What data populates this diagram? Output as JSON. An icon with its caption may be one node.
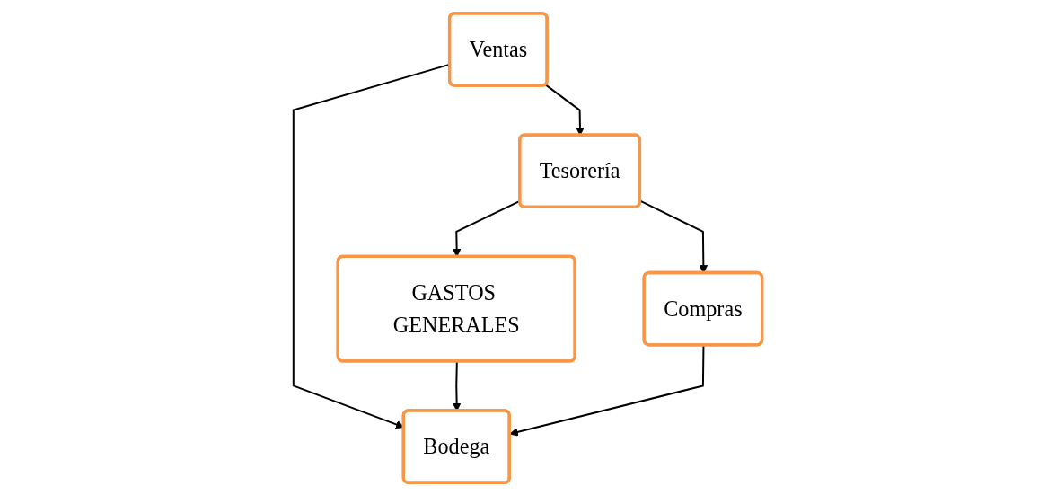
{
  "diagram": {
    "nodes": [
      {
        "text": [
          "Tesorería"
        ]
      },
      {
        "text": [
          "Ventas"
        ]
      },
      {
        "text": [
          "GASTOS GENERALES"
        ]
      },
      {
        "text": [
          "Compras"
        ]
      },
      {
        "text": [
          "Bodega"
        ]
      }
    ],
    "edges": [
      {
        "from": 1,
        "to": 0,
        "arrow": "to"
      },
      {
        "from": 0,
        "to": 2,
        "arrow": "to"
      },
      {
        "from": 0,
        "to": 3,
        "arrow": "to"
      },
      {
        "from": 1,
        "to": 4,
        "arrow": "to"
      },
      {
        "from": 2,
        "to": 4,
        "arrow": "to"
      },
      {
        "from": 3,
        "to": 4,
        "arrow": "to"
      }
    ]
  }
}
